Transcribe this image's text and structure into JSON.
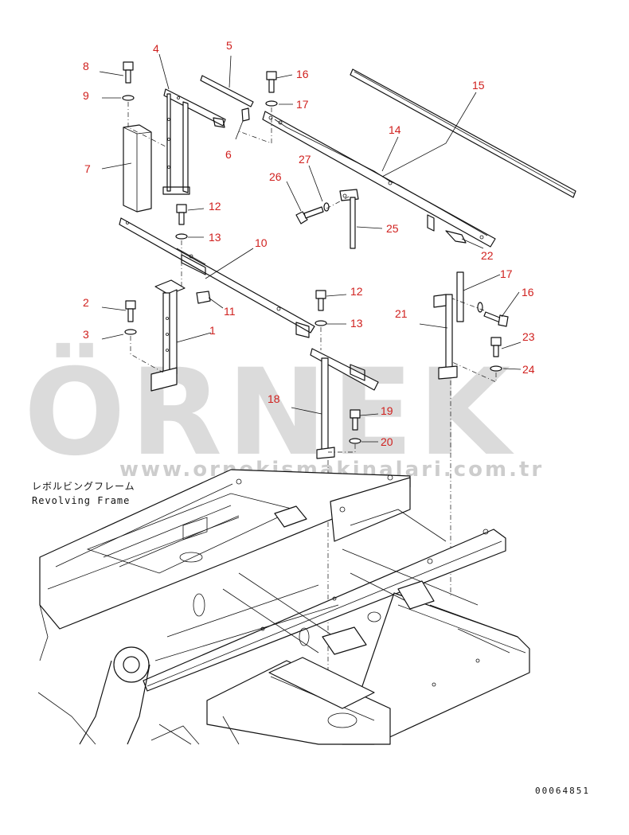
{
  "callouts": [
    {
      "n": "8"
    },
    {
      "n": "4"
    },
    {
      "n": "5"
    },
    {
      "n": "16"
    },
    {
      "n": "15"
    },
    {
      "n": "9"
    },
    {
      "n": "17"
    },
    {
      "n": "14"
    },
    {
      "n": "6"
    },
    {
      "n": "27"
    },
    {
      "n": "7"
    },
    {
      "n": "26"
    },
    {
      "n": "12"
    },
    {
      "n": "25"
    },
    {
      "n": "13"
    },
    {
      "n": "22"
    },
    {
      "n": "10"
    },
    {
      "n": "17"
    },
    {
      "n": "16"
    },
    {
      "n": "11"
    },
    {
      "n": "12"
    },
    {
      "n": "2"
    },
    {
      "n": "21"
    },
    {
      "n": "13"
    },
    {
      "n": "3"
    },
    {
      "n": "1"
    },
    {
      "n": "23"
    },
    {
      "n": "24"
    },
    {
      "n": "18"
    },
    {
      "n": "19"
    },
    {
      "n": "20"
    }
  ],
  "frame_label": {
    "japanese": "レボルビングフレーム",
    "english": "Revolving Frame"
  },
  "watermark": {
    "brand": "ÖRNEK",
    "url": "www.ornekismakinalari.com.tr"
  },
  "document_number": "00064851"
}
